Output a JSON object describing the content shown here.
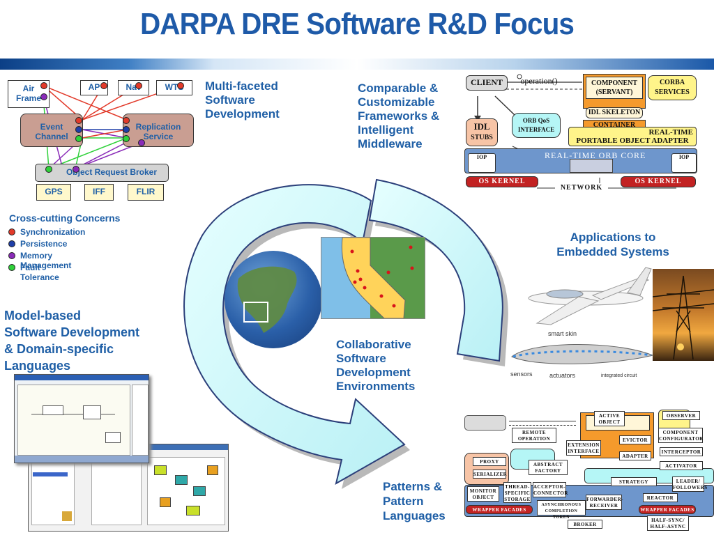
{
  "title": "DARPA DRE Software R&D Focus",
  "multi_faceted": {
    "line1": "Multi-faceted",
    "line2": "Software",
    "line3": "Development"
  },
  "dre_boxes": {
    "air_frame_1": "Air",
    "air_frame_2": "Frame",
    "ap": "AP",
    "nav": "Nav",
    "wts": "WTS",
    "event_1": "Event",
    "event_2": "Channel",
    "replication_1": "Replication",
    "replication_2": "Service",
    "orb": "Object Request Broker",
    "gps": "GPS",
    "iff": "IFF",
    "flir": "FLIR"
  },
  "cross_cutting": {
    "heading": "Cross-cutting Concerns",
    "items": [
      {
        "label": "Synchronization",
        "color": "#e23a2a"
      },
      {
        "label": "Persistence",
        "color": "#1f3fa8"
      },
      {
        "label": "Memory Management",
        "color": "#8a2bb8"
      },
      {
        "label": "Fault Tolerance",
        "color": "#2fd13a"
      }
    ]
  },
  "model_based": {
    "line1": "Model-based",
    "line2": "Software Development",
    "line3": "& Domain-specific",
    "line4": "Languages"
  },
  "comparable": {
    "line1": "Comparable &",
    "line2": "Customizable",
    "line3": "Frameworks &",
    "line4": "Intelligent",
    "line5": "Middleware"
  },
  "corba_diagram": {
    "client": "CLIENT",
    "operation": "operation()",
    "component_1": "COMPONENT",
    "component_2": "(SERVANT)",
    "corba_services_1": "CORBA",
    "corba_services_2": "SERVICES",
    "orb_qos_1": "ORB QoS",
    "orb_qos_2": "INTERFACE",
    "idl_stubs_1": "IDL",
    "idl_stubs_2": "STUBS",
    "idl_skeleton": "IDL SKELETON",
    "container": "CONTAINER",
    "real_time": "REAL-TIME",
    "poa": "PORTABLE OBJECT ADAPTER",
    "orb_core": "REAL-TIME ORB CORE",
    "iop_left": "IOP",
    "iop_right": "IOP",
    "os_kernel_left": "OS KERNEL",
    "os_kernel_right": "OS KERNEL",
    "network": "NETWORK"
  },
  "applications": {
    "line1": "Applications to",
    "line2": "Embedded Systems"
  },
  "smart_skin": {
    "smart_skin": "smart skin",
    "sensors": "sensors",
    "actuators": "actuators",
    "integrated_circuit": "integrated circuit"
  },
  "collaborative": {
    "line1": "Collaborative",
    "line2": "Software",
    "line3": "Development",
    "line4": "Environments"
  },
  "patterns_label": {
    "line1": "Patterns &",
    "line2": "Pattern",
    "line3": "Languages"
  },
  "patterns_diagram": {
    "active_object_1": "ACTIVE",
    "active_object_2": "OBJECT",
    "observer": "OBSERVER",
    "remote_operation_1": "REMOTE",
    "remote_operation_2": "OPERATION",
    "evictor": "EVICTOR",
    "component_configurator_1": "COMPONENT",
    "component_configurator_2": "CONFIGURATOR",
    "extension_interface_1": "EXTENSION",
    "extension_interface_2": "INTERFACE",
    "adapter": "ADAPTER",
    "interceptor": "INTERCEPTOR",
    "proxy": "PROXY",
    "abstract_factory_1": "ABSTRACT",
    "abstract_factory_2": "FACTORY",
    "activator": "ACTIVATOR",
    "serializer": "SERIALIZER",
    "strategy": "STRATEGY",
    "leader_followers_1": "LEADER/",
    "leader_followers_2": "FOLLOWERS",
    "monitor_object_1": "MONITOR",
    "monitor_object_2": "OBJECT",
    "thread_specific_1": "THREAD-",
    "thread_specific_2": "SPECIFIC",
    "thread_specific_3": "STORAGE",
    "acceptor_connector_1": "ACCEPTOR-",
    "acceptor_connector_2": "CONNECTOR",
    "forwarder_receiver_1": "FORWARDER-",
    "forwarder_receiver_2": "RECEIVER",
    "reactor": "REACTOR",
    "wrapper_facades_left": "WRAPPER FACADES",
    "async_completion_1": "ASYNCHRONOUS",
    "async_completion_2": "COMPLETION TOKEN",
    "wrapper_facades_right": "WRAPPER FACADES",
    "half_sync_1": "HALF-SYNC/",
    "half_sync_2": "HALF-ASYNC",
    "broker": "BROKER"
  }
}
